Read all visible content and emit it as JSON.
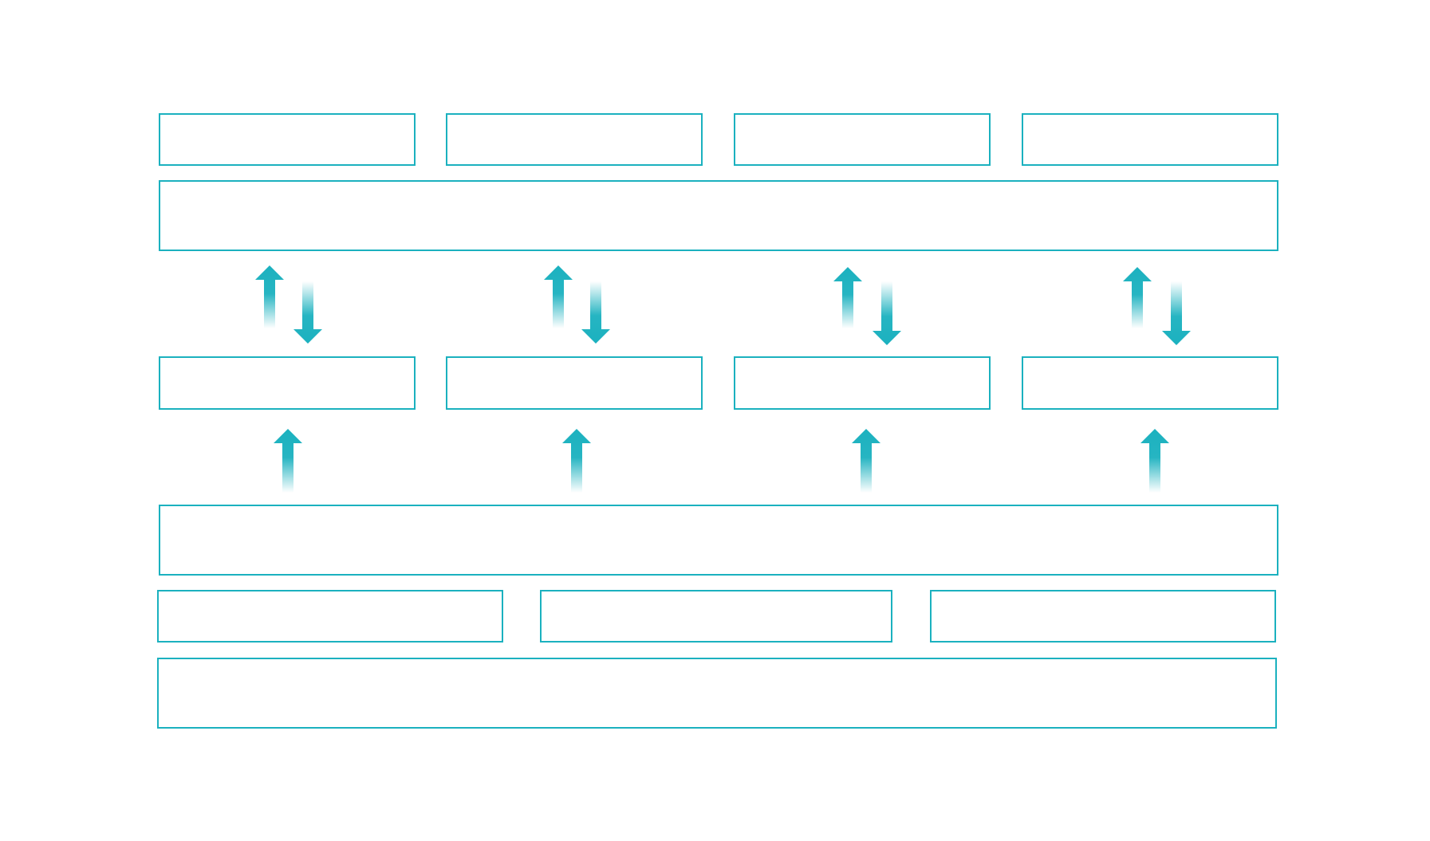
{
  "diagram": {
    "accent_color": "#1bb1bf",
    "background_color": "#ffffff",
    "rows": [
      {
        "id": "top-row",
        "box_count": 4
      },
      {
        "id": "upper-band",
        "box_count": 1
      },
      {
        "id": "middle-row",
        "box_count": 4
      },
      {
        "id": "lower-band",
        "box_count": 1
      },
      {
        "id": "lower-row",
        "box_count": 3
      },
      {
        "id": "bottom-band",
        "box_count": 1
      }
    ],
    "connectors": {
      "bidirectional_pairs": 4,
      "upward_arrows": 4,
      "icon": "gradient-arrow-icon"
    },
    "labels": []
  }
}
